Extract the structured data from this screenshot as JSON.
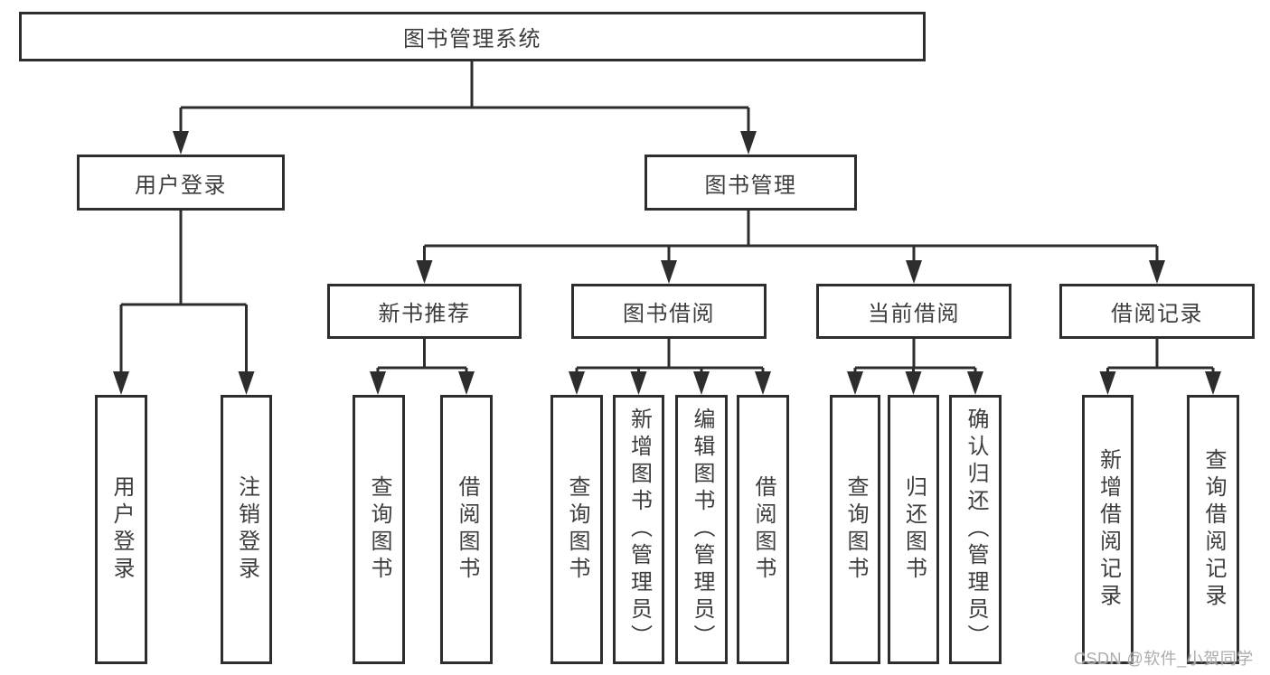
{
  "nodes": {
    "root": "图书管理系统",
    "user_login": "用户登录",
    "book_management": "图书管理",
    "new_book_rec": "新书推荐",
    "book_borrow": "图书借阅",
    "current_borrow": "当前借阅",
    "borrow_records": "借阅记录",
    "leaf_user_login": "用户登录",
    "leaf_logout": "注销登录",
    "nbr_query_books": "查询图书",
    "nbr_borrow_books": "借阅图书",
    "bb_query_books": "查询图书",
    "bb_add_books": "新增图书（管理员）",
    "bb_edit_books": "编辑图书（管理员）",
    "bb_borrow_books": "借阅图书",
    "cb_query_books": "查询图书",
    "cb_return_books": "归还图书",
    "cb_confirm_return": "确认归还（管理员）",
    "br_add_record": "新增借阅记录",
    "br_query_record": "查询借阅记录"
  },
  "tree": {
    "图书管理系统": {
      "用户登录": [
        "用户登录",
        "注销登录"
      ],
      "图书管理": {
        "新书推荐": [
          "查询图书",
          "借阅图书"
        ],
        "图书借阅": [
          "查询图书",
          "新增图书（管理员）",
          "编辑图书（管理员）",
          "借阅图书"
        ],
        "当前借阅": [
          "查询图书",
          "归还图书",
          "确认归还（管理员）"
        ],
        "借阅记录": [
          "新增借阅记录",
          "查询借阅记录"
        ]
      }
    }
  },
  "colors": {
    "line": "#2d2d2d",
    "text": "#3d3d3d",
    "background": "#ffffff"
  },
  "watermark": "CSDN @软件_小贺同学"
}
